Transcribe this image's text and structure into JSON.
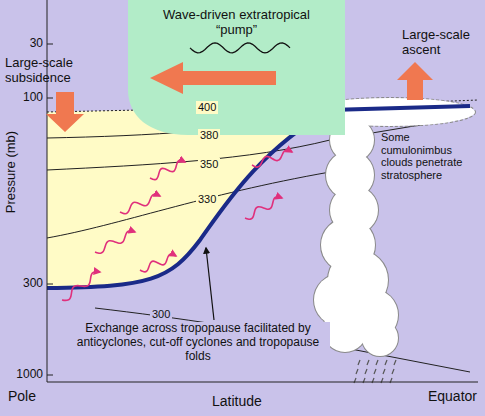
{
  "diagram": {
    "nodes": [
      {
        "text": [
          "Wave-driven extratropical “pump”"
        ]
      }
    ],
    "labels": [
      "Pressure (mb)",
      "30",
      "100",
      "300",
      "1000",
      "Large-scale subsidence",
      "Large-scale ascent",
      "400",
      "380",
      "350",
      "330",
      "300",
      "Some cumulonimbus clouds penetrate stratosphere",
      "Exchange across tropopause facilitated by anticyclones, cut-off cyclones and tropopause folds",
      "Pole",
      "Latitude",
      "Equator"
    ]
  }
}
